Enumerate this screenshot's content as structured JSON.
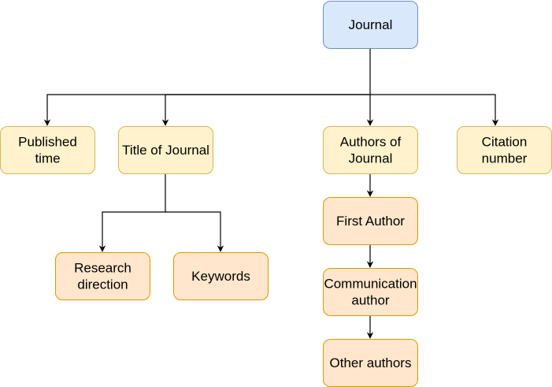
{
  "colors": {
    "root_fill": "#dae8fc",
    "root_stroke": "#6c8ebf",
    "level1_fill": "#fff2cc",
    "level1_stroke": "#d6b656",
    "level2_fill": "#ffe6cc",
    "level2_stroke": "#d79b00",
    "edge": "#000000"
  },
  "nodes": {
    "journal": [
      "Journal"
    ],
    "published_time": [
      "Published",
      "time"
    ],
    "title_of_journal": [
      "Title of Journal"
    ],
    "authors_of_journal": [
      "Authors of",
      "Journal"
    ],
    "citation_number": [
      "Citation",
      "number"
    ],
    "research_direction": [
      "Research",
      "direction"
    ],
    "keywords": [
      "Keywords"
    ],
    "first_author": [
      "First Author"
    ],
    "communication_author": [
      "Communication",
      "author"
    ],
    "other_authors": [
      "Other authors"
    ]
  }
}
